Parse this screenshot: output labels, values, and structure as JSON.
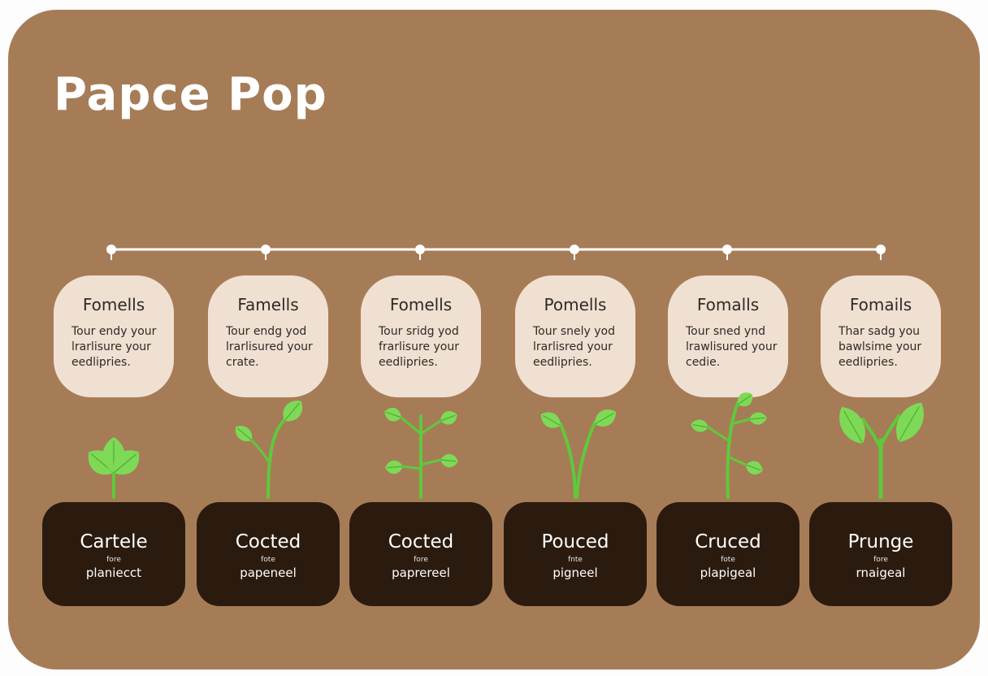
{
  "title": "Papce Pop",
  "colors": {
    "background": "#a67c57",
    "bubble": "#f0e0d2",
    "soil": "#2b1b0f",
    "leaf": "#7ed957",
    "stem": "#5fc93c"
  },
  "stages": [
    {
      "title": "Fomells",
      "desc": "Tour endy your\nlrarlisure your\needlipries.",
      "soil_name": "Cartele",
      "soil_sub": "fore",
      "soil_sub2": "planiecct",
      "plant": "leafy-seedling-icon"
    },
    {
      "title": "Famells",
      "desc": "Tour endg yod\nlrarlisured your\ncrate.",
      "soil_name": "Cocted",
      "soil_sub": "fote",
      "soil_sub2": "papeneel",
      "plant": "two-leaf-sprout-icon"
    },
    {
      "title": "Fomells",
      "desc": "Tour sridg yod\nfrarlisure your\needlipries.",
      "soil_name": "Cocted",
      "soil_sub": "fore",
      "soil_sub2": "paprereel",
      "plant": "branching-sprout-icon"
    },
    {
      "title": "Pomells",
      "desc": "Tour snely yod\nlrarlisred your\needlipries.",
      "soil_name": "Pouced",
      "soil_sub": "fnte",
      "soil_sub2": "pigneel",
      "plant": "forked-sprout-icon"
    },
    {
      "title": "Fomalls",
      "desc": "Tour sned ynd\nlrawlisured your\ncedie.",
      "soil_name": "Cruced",
      "soil_sub": "fote",
      "soil_sub2": "plapigeal",
      "plant": "tall-sprout-icon"
    },
    {
      "title": "Fomails",
      "desc": "Thar sadg you\nbawlsime your\needlipries.",
      "soil_name": "Prunge",
      "soil_sub": "fore",
      "soil_sub2": "rnaigeal",
      "plant": "large-leaf-sprout-icon"
    }
  ]
}
